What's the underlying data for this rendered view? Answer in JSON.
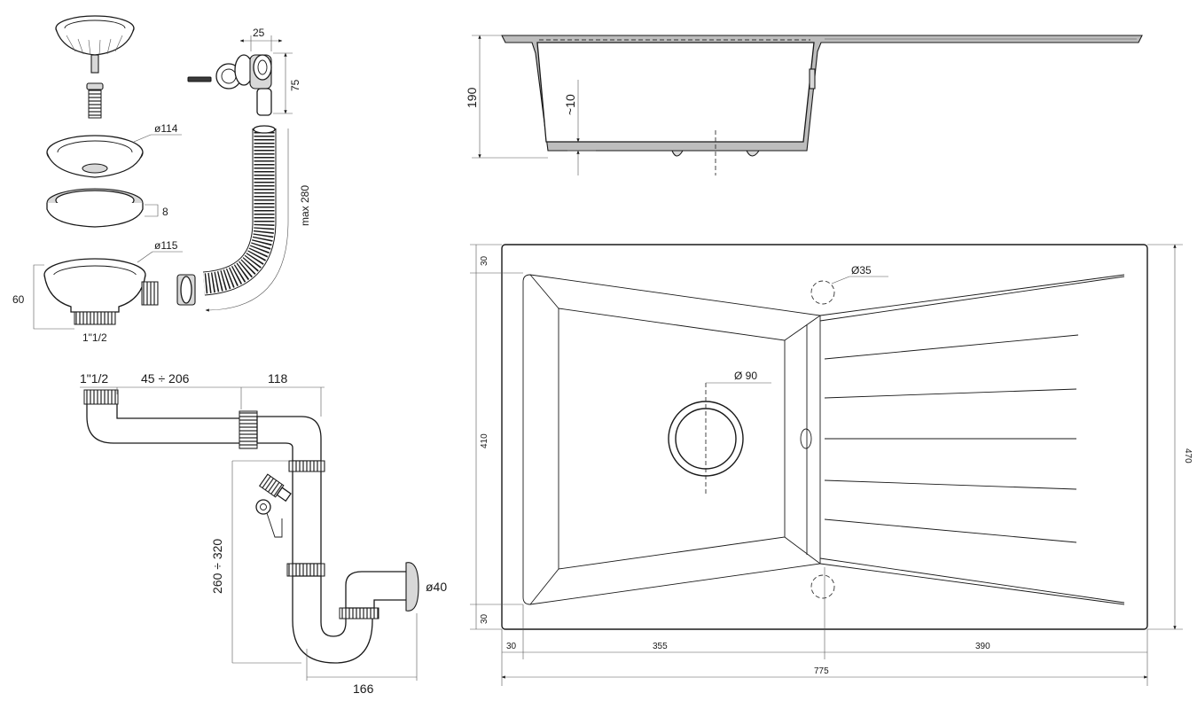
{
  "exploded_view": {
    "d_strainer": "ø114",
    "gasket_height": "8",
    "d_drain_body": "ø115",
    "drain_height": "60",
    "drain_thread": "1\"1/2",
    "overflow_offset": "25",
    "overflow_height": "75",
    "hose_length": "max 280"
  },
  "siphon": {
    "inlet_thread": "1\"1/2",
    "horizontal_range": "45 ÷ 206",
    "horizontal_fixed": "118",
    "vertical_range": "260 ÷ 320",
    "outlet_diameter": "ø40",
    "bottom_width": "166"
  },
  "section_view": {
    "depth": "190",
    "wall_thickness": "~10"
  },
  "top_view": {
    "tap_hole": "Ø35",
    "drain_hole": "Ø 90",
    "margin_top": "30",
    "inner_height": "410",
    "margin_bottom": "30",
    "total_height": "470",
    "margin_left": "30",
    "bowl_width": "355",
    "drainer_width": "390",
    "total_width": "775"
  }
}
